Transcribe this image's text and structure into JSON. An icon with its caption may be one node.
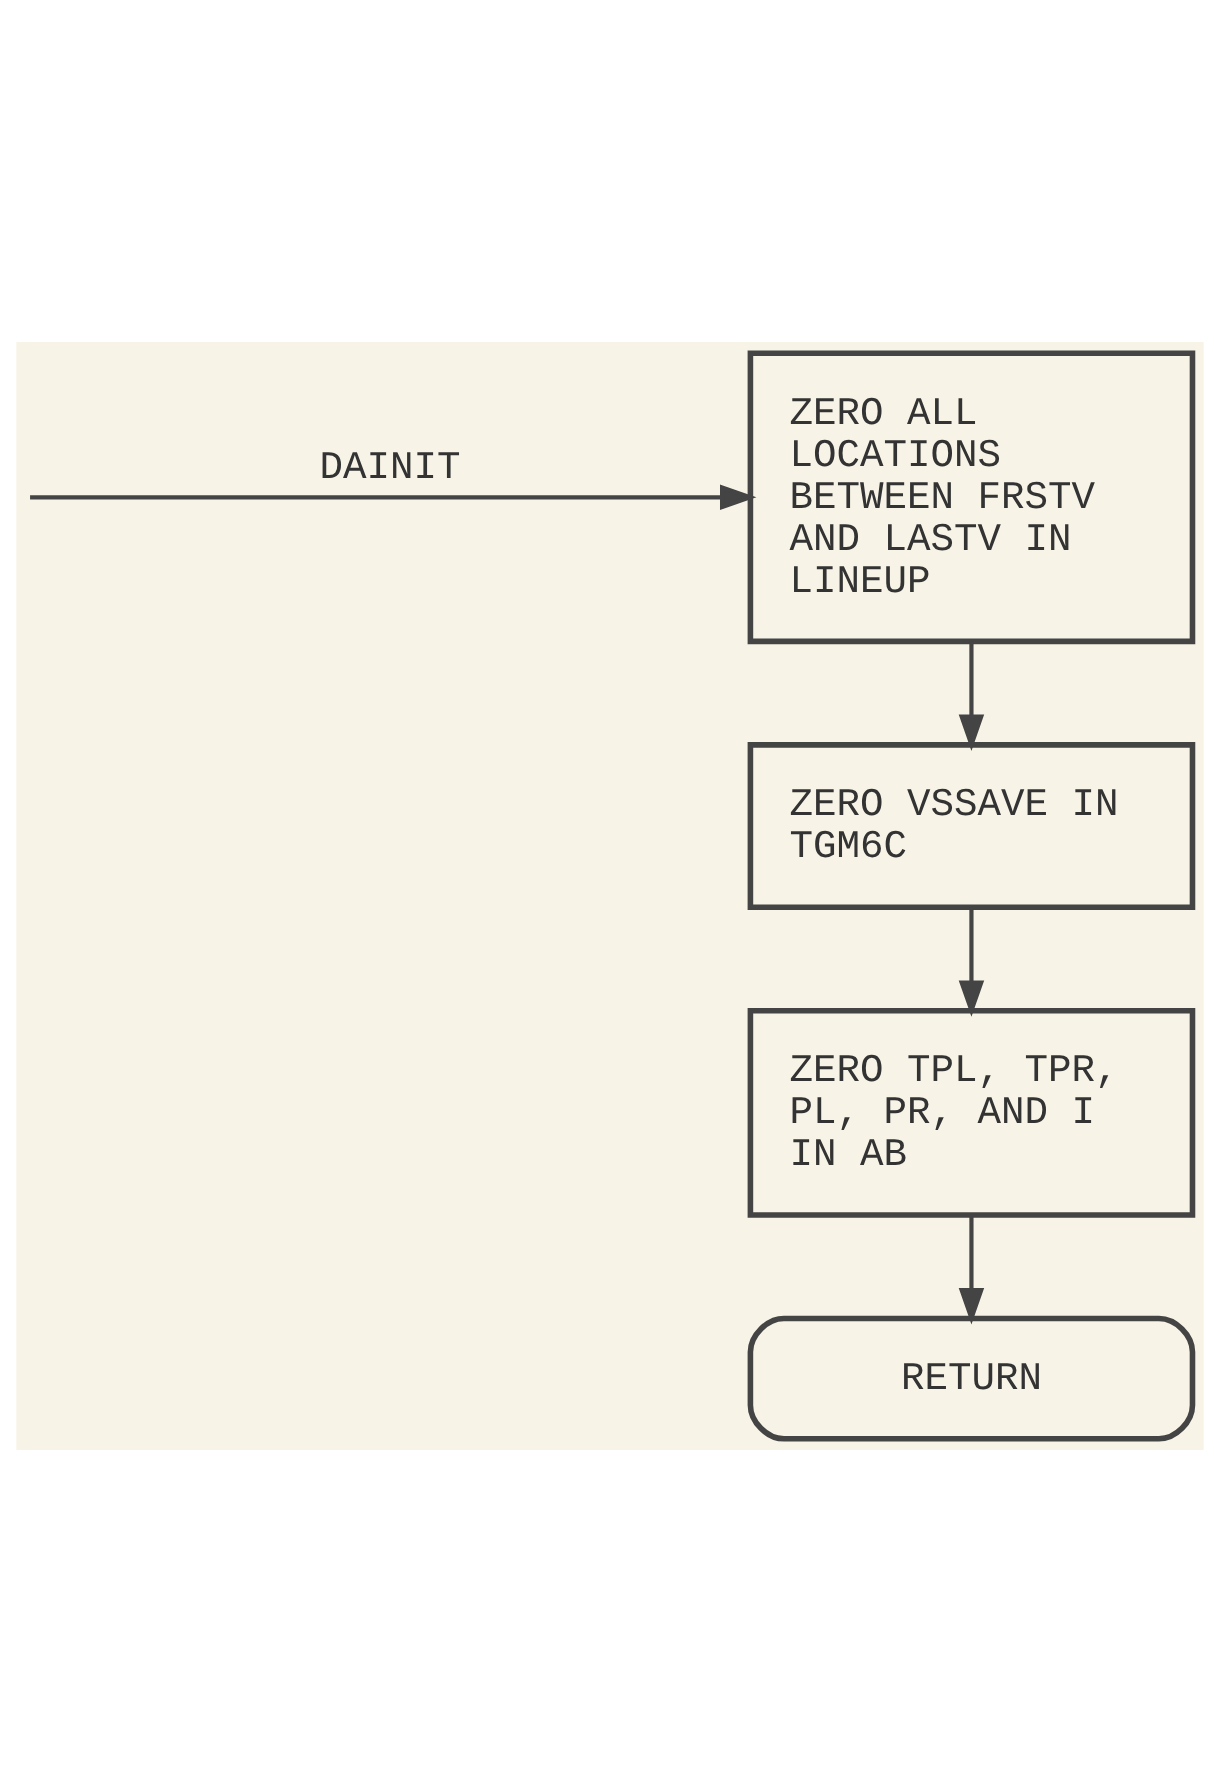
{
  "diagram": {
    "nodes": [
      {
        "text": [
          "ZERO ALL LOCATIONS BETWEEN FRSTV AND LASTV IN LINEUP"
        ]
      },
      {
        "text": [
          "ZERO VSSAVE IN TGM6C"
        ]
      },
      {
        "text": [
          "ZERO TPL, TPR, PL, PR, AND I IN AB"
        ]
      },
      {
        "text": [
          "RETURN"
        ]
      }
    ],
    "edges": [
      {
        "from": null,
        "to": 0,
        "arrow": "to",
        "label": "DAINIT"
      },
      {
        "from": 0,
        "to": 1,
        "arrow": "to"
      },
      {
        "from": 1,
        "to": 2,
        "arrow": "to"
      },
      {
        "from": 2,
        "to": 3,
        "arrow": "to"
      }
    ]
  }
}
